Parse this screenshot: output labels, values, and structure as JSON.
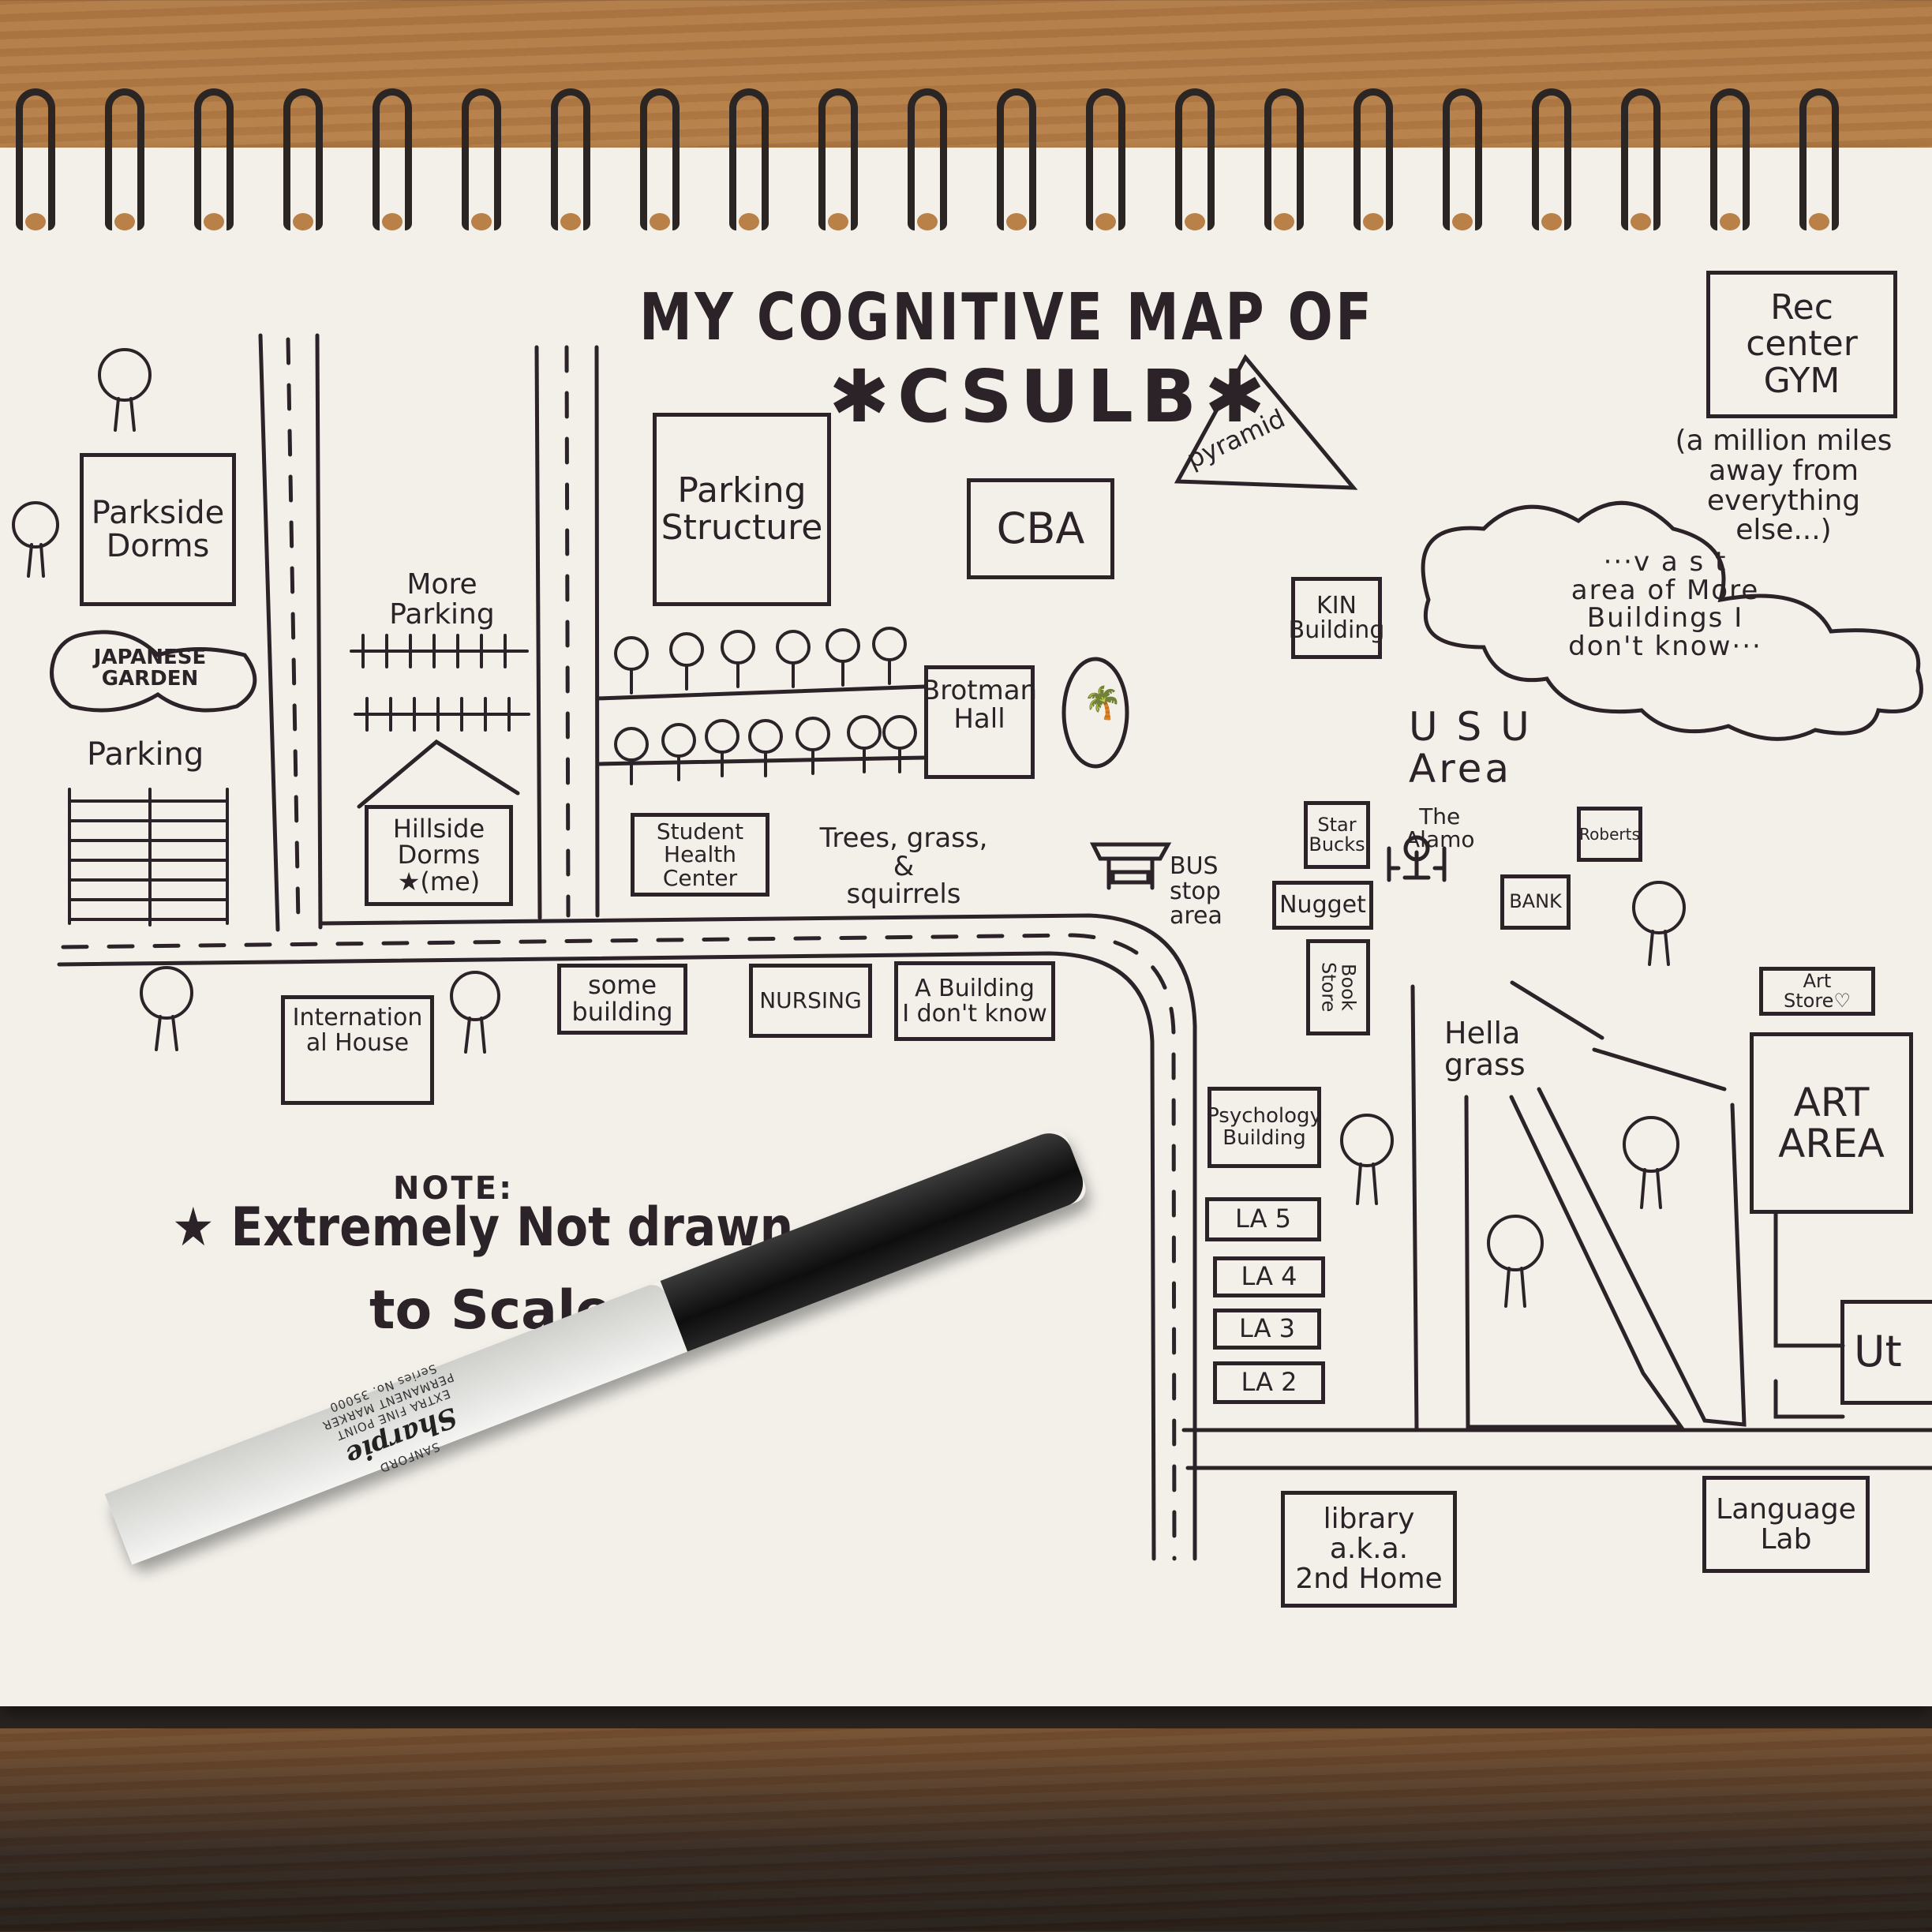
{
  "title": {
    "line1": "MY COGNITIVE MAP OF",
    "line2": "✱CSULB✱"
  },
  "landmarks": {
    "pyramid": "pyramid",
    "rec_center": "Rec center\nGYM",
    "rec_note": "(a million miles\naway from\neverything\nelse...)",
    "cloud": "···v a s t\narea of More\nBuildings I\ndon't know···",
    "parkside": "Parkside\nDorms",
    "japanese_garden": "JAPANESE\nGARDEN",
    "parking_label": "Parking",
    "more_parking": "More\nParking",
    "hillside": "Hillside\nDorms\n★(me)",
    "parking_structure": "Parking\nStructure",
    "cba": "CBA",
    "brotman": "Brotman\nHall",
    "student_health": "Student\nHealth\nCenter",
    "trees_note": "Trees, grass, &\nsquirrels",
    "kin": "KIN\nBuilding",
    "usu": "U S U\nArea",
    "bus_stop": "BUS\nstop\narea",
    "starbucks": "Star\nBucks",
    "alamo": "The\nAlamo",
    "roberts": "Roberts",
    "nugget": "Nugget",
    "bank": "BANK",
    "bookstore": "Book\nStore",
    "art_store": "Art\nStore♡",
    "art_area": "ART\nAREA",
    "hella_grass": "Hella\ngrass",
    "international_house": "Internation\nal House",
    "some_building": "some\nbuilding",
    "nursing": "NURSING",
    "a_building": "A Building\nI don't know",
    "psychology": "Psychology\nBuilding",
    "la5": "LA 5",
    "la4": "LA 4",
    "la3": "LA 3",
    "la2": "LA 2",
    "ut": "Ut",
    "library": "library\na.k.a.\n2nd Home",
    "language_lab": "Language\nLab"
  },
  "note": {
    "heading": "NOTE:",
    "line1": "★ Extremely Not drawn",
    "line2": "to Scale ★"
  },
  "marker": {
    "brand": "Sharpie",
    "maker": "SANFORD",
    "type": "EXTRA FINE POINT",
    "subtype": "PERMANENT MARKER",
    "series": "Series No. 35000"
  },
  "colors": {
    "ink": "#2b2327",
    "paper": "#f3f0ea",
    "wood": "#b98148"
  }
}
